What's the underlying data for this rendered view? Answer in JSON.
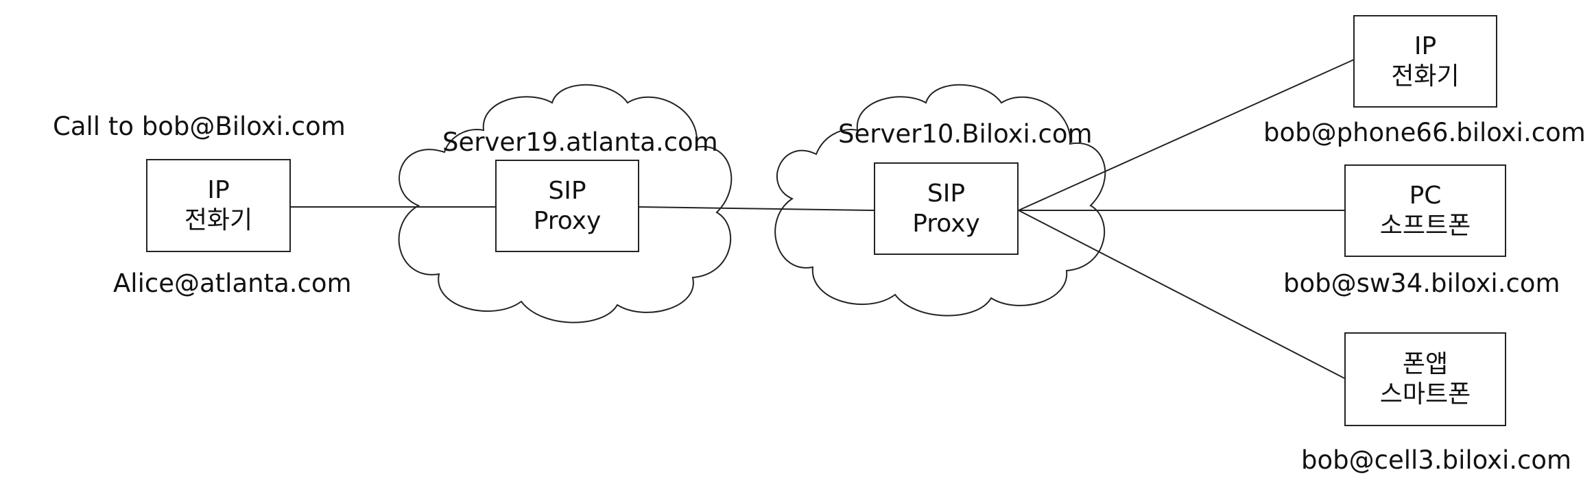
{
  "caller": {
    "call_label": "Call to bob@Biloxi.com",
    "device_line1": "IP",
    "device_line2": "전화기",
    "address": "Alice@atlanta.com"
  },
  "proxy_atlanta": {
    "server_name": "Server19.atlanta.com",
    "line1": "SIP",
    "line2": "Proxy"
  },
  "proxy_biloxi": {
    "server_name": "Server10.Biloxi.com",
    "line1": "SIP",
    "line2": "Proxy"
  },
  "endpoints": [
    {
      "line1": "IP",
      "line2": "전화기",
      "address": "bob@phone66.biloxi.com"
    },
    {
      "line1": "PC",
      "line2": "소프트폰",
      "address": "bob@sw34.biloxi.com"
    },
    {
      "line1": "폰앱",
      "line2": "스마트폰",
      "address": "bob@cell3.biloxi.com"
    }
  ]
}
